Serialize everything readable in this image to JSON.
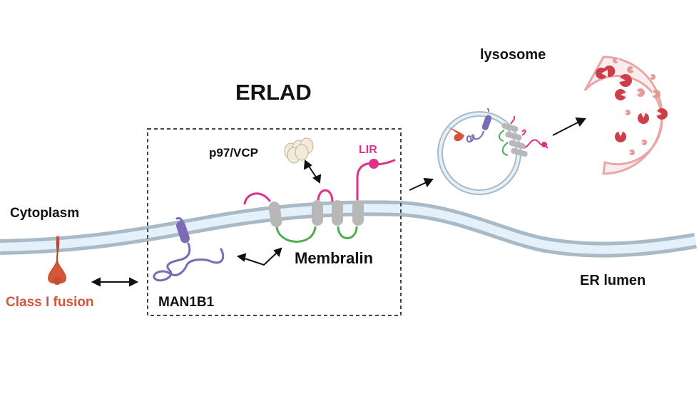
{
  "title": "ERLAD",
  "labels": {
    "cytoplasm": "Cytoplasm",
    "er_lumen": "ER lumen",
    "lysosome": "lysosome",
    "class_i_fusion": "Class I fusion",
    "man1b1": "MAN1B1",
    "membralin": "Membralin",
    "p97_vcp": "p97/VCP",
    "lir": "LIR"
  },
  "colors": {
    "text": "#111111",
    "fusion": "#d4573a",
    "lir": "#e0308a",
    "man1b1": "#7b6bb5",
    "membralin_loop_cyto": "#e0308a",
    "membralin_loop_lumen": "#4caf50",
    "tm_segment": "#b8b8b8",
    "membrane_edge": "#a9bac6",
    "membrane_fill": "#e4f1fb",
    "lysosome_fill": "#fbeced",
    "lysosome_edge": "#eaa6a6",
    "enzyme_dark": "#cc3e48",
    "enzyme_light": "#e59a9a",
    "vcp": "#f3ead8"
  }
}
